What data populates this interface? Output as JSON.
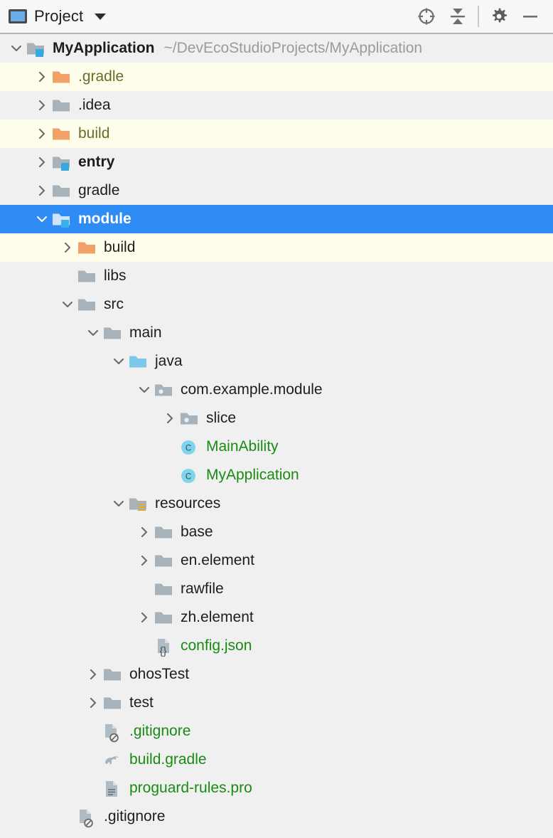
{
  "toolbar": {
    "title": "Project",
    "project_icon": "project-window-icon",
    "dropdown_icon": "chevron-down-icon",
    "actions": [
      {
        "name": "select-opened-file-icon",
        "label": "Select Opened File"
      },
      {
        "name": "collapse-all-icon",
        "label": "Collapse All"
      },
      {
        "name": "settings-gear-icon",
        "label": "Settings"
      },
      {
        "name": "hide-icon",
        "label": "Hide"
      }
    ]
  },
  "colors": {
    "selection": "#2f8cf5",
    "excluded_row": "#fffdeb",
    "background": "#f0f0f1",
    "vcs_added_text": "#1a8a13",
    "excluded_text": "#6e6b2a",
    "folder_gray": "#a7b2bb",
    "folder_orange": "#f2a06a",
    "folder_source": "#7ec9e8",
    "module_badge": "#36a9e0",
    "resource_badge": "#e0a830",
    "class_badge": "#7fd3ec"
  },
  "tree": {
    "nodes": [
      {
        "label": "MyApplication",
        "path": "~/DevEcoStudioProjects/MyApplication",
        "indent": 0,
        "twisty": "expanded",
        "icon": "module-folder-icon",
        "style": "bold",
        "row": "normal"
      },
      {
        "label": ".gradle",
        "indent": 1,
        "twisty": "collapsed",
        "icon": "folder-orange-icon",
        "style": "olive",
        "row": "excluded"
      },
      {
        "label": ".idea",
        "indent": 1,
        "twisty": "collapsed",
        "icon": "folder-gray-icon",
        "style": "plain",
        "row": "normal"
      },
      {
        "label": "build",
        "indent": 1,
        "twisty": "collapsed",
        "icon": "folder-orange-icon",
        "style": "olive",
        "row": "excluded"
      },
      {
        "label": "entry",
        "indent": 1,
        "twisty": "collapsed",
        "icon": "module-folder-icon",
        "style": "bold",
        "row": "normal"
      },
      {
        "label": "gradle",
        "indent": 1,
        "twisty": "collapsed",
        "icon": "folder-gray-icon",
        "style": "plain",
        "row": "normal"
      },
      {
        "label": "module",
        "indent": 1,
        "twisty": "expanded",
        "icon": "module-folder-icon",
        "style": "bold",
        "row": "selected"
      },
      {
        "label": "build",
        "indent": 2,
        "twisty": "collapsed",
        "icon": "folder-orange-icon",
        "style": "plain",
        "row": "excluded"
      },
      {
        "label": "libs",
        "indent": 2,
        "twisty": "none",
        "icon": "folder-gray-icon",
        "style": "plain",
        "row": "normal"
      },
      {
        "label": "src",
        "indent": 2,
        "twisty": "expanded",
        "icon": "folder-gray-icon",
        "style": "plain",
        "row": "normal"
      },
      {
        "label": "main",
        "indent": 3,
        "twisty": "expanded",
        "icon": "folder-gray-icon",
        "style": "plain",
        "row": "normal"
      },
      {
        "label": "java",
        "indent": 4,
        "twisty": "expanded",
        "icon": "folder-source-icon",
        "style": "plain",
        "row": "normal"
      },
      {
        "label": "com.example.module",
        "indent": 5,
        "twisty": "expanded",
        "icon": "package-icon",
        "style": "plain",
        "row": "normal"
      },
      {
        "label": "slice",
        "indent": 6,
        "twisty": "collapsed",
        "icon": "package-icon",
        "style": "plain",
        "row": "normal"
      },
      {
        "label": "MainAbility",
        "indent": 6,
        "twisty": "none",
        "icon": "java-class-icon",
        "style": "green",
        "row": "normal"
      },
      {
        "label": "MyApplication",
        "indent": 6,
        "twisty": "none",
        "icon": "java-class-icon",
        "style": "green",
        "row": "normal"
      },
      {
        "label": "resources",
        "indent": 4,
        "twisty": "expanded",
        "icon": "resource-folder-icon",
        "style": "plain",
        "row": "normal"
      },
      {
        "label": "base",
        "indent": 5,
        "twisty": "collapsed",
        "icon": "folder-gray-icon",
        "style": "plain",
        "row": "normal"
      },
      {
        "label": "en.element",
        "indent": 5,
        "twisty": "collapsed",
        "icon": "folder-gray-icon",
        "style": "plain",
        "row": "normal"
      },
      {
        "label": "rawfile",
        "indent": 5,
        "twisty": "none",
        "icon": "folder-gray-icon",
        "style": "plain",
        "row": "normal"
      },
      {
        "label": "zh.element",
        "indent": 5,
        "twisty": "collapsed",
        "icon": "folder-gray-icon",
        "style": "plain",
        "row": "normal"
      },
      {
        "label": "config.json",
        "indent": 5,
        "twisty": "none",
        "icon": "json-file-icon",
        "style": "green",
        "row": "normal"
      },
      {
        "label": "ohosTest",
        "indent": 3,
        "twisty": "collapsed",
        "icon": "folder-gray-icon",
        "style": "plain",
        "row": "normal"
      },
      {
        "label": "test",
        "indent": 3,
        "twisty": "collapsed",
        "icon": "folder-gray-icon",
        "style": "plain",
        "row": "normal"
      },
      {
        "label": ".gitignore",
        "indent": 3,
        "twisty": "none",
        "icon": "gitignore-file-icon",
        "style": "green",
        "row": "normal"
      },
      {
        "label": "build.gradle",
        "indent": 3,
        "twisty": "none",
        "icon": "gradle-file-icon",
        "style": "green",
        "row": "normal"
      },
      {
        "label": "proguard-rules.pro",
        "indent": 3,
        "twisty": "none",
        "icon": "text-file-icon",
        "style": "green",
        "row": "normal"
      },
      {
        "label": ".gitignore",
        "indent": 2,
        "twisty": "none",
        "icon": "gitignore-file-icon",
        "style": "plain",
        "row": "normal"
      }
    ]
  }
}
